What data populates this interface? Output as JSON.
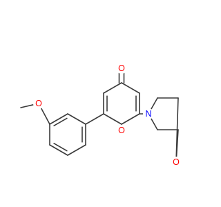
{
  "molecule": {
    "atoms": {
      "carbonyl_oxygen": {
        "symbol": "O",
        "color": "#ff0000"
      },
      "ring_oxygen": {
        "symbol": "O",
        "color": "#ff0000"
      },
      "methoxy_oxygen": {
        "symbol": "O",
        "color": "#ff0000"
      },
      "morpholine_nitrogen": {
        "symbol": "N",
        "color": "#0000ff"
      },
      "morpholine_oxygen": {
        "symbol": "O",
        "color": "#ff0000"
      }
    },
    "bond_color": "#3a3a3a"
  }
}
